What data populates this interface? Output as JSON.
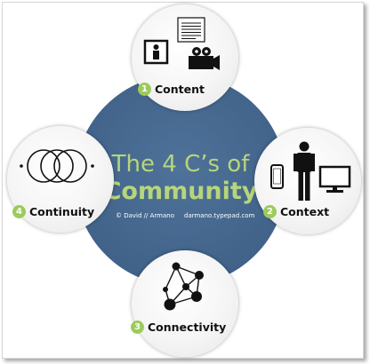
{
  "title": {
    "line1": "The 4 C’s of",
    "line2": "Community"
  },
  "credits": {
    "author": "© David // Armano",
    "site": "darmano.typepad.com"
  },
  "nodes": [
    {
      "number": "1",
      "label": "Content",
      "icon": "content-media-icons"
    },
    {
      "number": "2",
      "label": "Context",
      "icon": "person-devices-icons"
    },
    {
      "number": "3",
      "label": "Connectivity",
      "icon": "network-graph-icon"
    },
    {
      "number": "4",
      "label": "Continuity",
      "icon": "overlapping-rings-icon"
    }
  ],
  "colors": {
    "center_circle": "#43658c",
    "title_text": "#b7d57a",
    "number_badge": "#9ccb5a",
    "node_circle": "#f5f5f5"
  }
}
